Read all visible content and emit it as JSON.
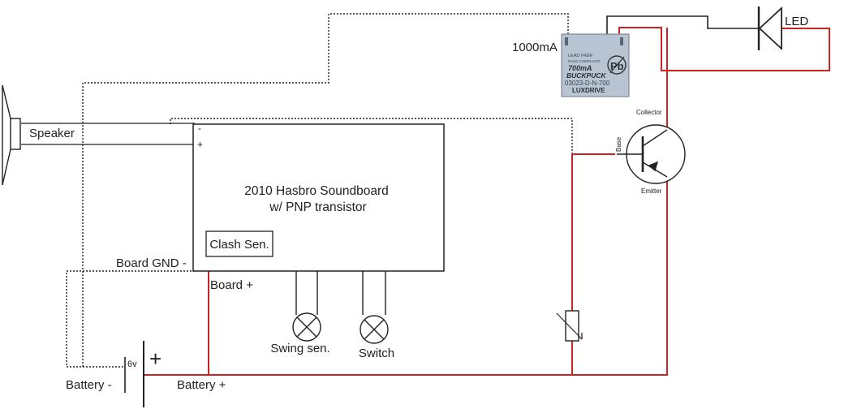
{
  "soundboard": {
    "title_line1": "2010 Hasbro Soundboard",
    "title_line2": "w/ PNP transistor",
    "minus_pin": "-",
    "plus_pin": "+",
    "clash_sensor": "Clash Sen."
  },
  "labels": {
    "speaker": "Speaker",
    "board_gnd": "Board GND -",
    "board_plus": "Board +",
    "swing_sensor": "Swing sen.",
    "switch": "Switch",
    "battery_minus": "Battery -",
    "battery_plus": "Battery +",
    "battery_voltage": "6v",
    "battery_plus_symbol": "+",
    "led": "LED",
    "driver_current": "1000mA"
  },
  "buckpuck": {
    "line1": "LEAD FREE",
    "line2": "RoHS COMPLIANT",
    "current": "700mA",
    "name": "BUCKPUCK",
    "part": "03023-D-N-700",
    "brand": "LUXDRIVE",
    "pb_mark": "Pb"
  },
  "transistor": {
    "collector": "Collector",
    "base": "Base",
    "emitter": "Emitter"
  },
  "colors": {
    "red_wire": "#cc2222",
    "black_wire": "#222222",
    "module_fill": "#b8c4d2"
  }
}
